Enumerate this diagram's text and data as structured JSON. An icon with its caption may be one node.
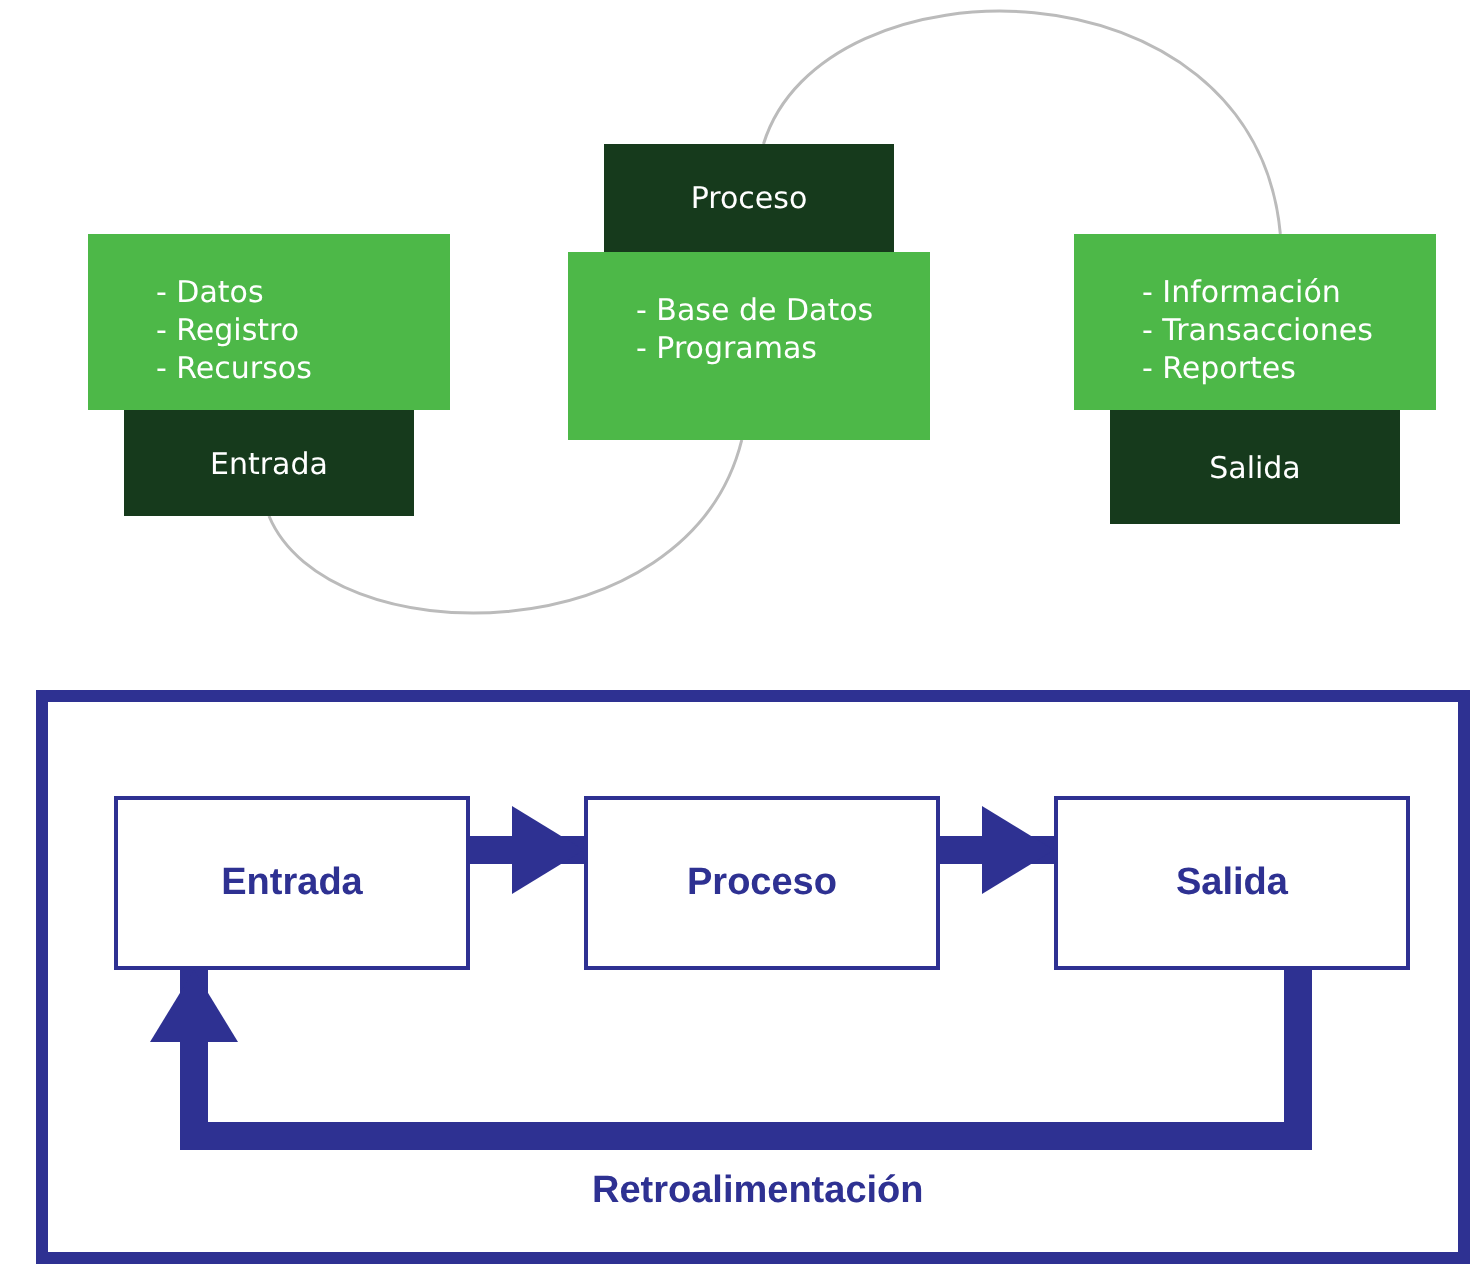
{
  "diagram": {
    "nodes": [
      {
        "text": [
          "- Datos",
          "- Registro",
          "- Recursos"
        ]
      },
      {
        "text": [
          "Entrada"
        ]
      },
      {
        "text": [
          "Proceso"
        ]
      },
      {
        "text": [
          "- Base de Datos",
          "- Programas"
        ]
      },
      {
        "text": [
          "- Información",
          "- Transacciones",
          "- Reportes"
        ]
      },
      {
        "text": [
          "Salida"
        ]
      },
      {
        "text": [
          "Entrada"
        ]
      },
      {
        "text": [
          "Proceso"
        ]
      },
      {
        "text": [
          "Salida"
        ]
      }
    ],
    "edges": [
      {
        "from": 1,
        "to": 3,
        "arrow": "none",
        "color": "#bbbbbb"
      },
      {
        "from": 2,
        "to": 4,
        "arrow": "none",
        "color": "#bbbbbb"
      },
      {
        "from": 6,
        "to": 7,
        "arrow": "to",
        "color": "#2e3192"
      },
      {
        "from": 7,
        "to": 8,
        "arrow": "to",
        "color": "#2e3192"
      },
      {
        "from": 8,
        "to": 6,
        "arrow": "to",
        "color": "#2e3192",
        "label": "Retroalimentación"
      }
    ]
  }
}
